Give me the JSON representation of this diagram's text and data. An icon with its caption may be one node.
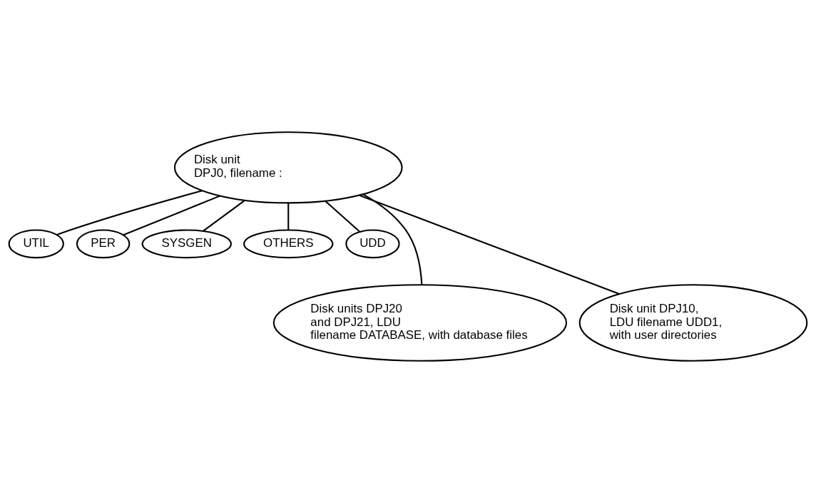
{
  "diagram": {
    "nodes": [
      {
        "text": [
          "Disk unit DPJ0, filename :"
        ]
      },
      {
        "text": [
          "UTIL"
        ]
      },
      {
        "text": [
          "PER"
        ]
      },
      {
        "text": [
          "SYSGEN"
        ]
      },
      {
        "text": [
          "OTHERS"
        ]
      },
      {
        "text": [
          "UDD"
        ]
      },
      {
        "text": [
          "Disk units DPJ20 and DPJ21, LDU filename DATABASE, with database files"
        ]
      },
      {
        "text": [
          "Disk unit DPJ10, LDU filename UDD1, with user directories"
        ]
      }
    ],
    "edges": [
      {
        "from": 0,
        "to": 1,
        "arrow": "none"
      },
      {
        "from": 0,
        "to": 6,
        "arrow": "none"
      },
      {
        "from": 0,
        "to": 2,
        "arrow": "none"
      },
      {
        "from": 0,
        "to": 3,
        "arrow": "none"
      },
      {
        "from": 0,
        "to": 4,
        "arrow": "none"
      },
      {
        "from": 0,
        "to": 5,
        "arrow": "none"
      },
      {
        "from": 0,
        "to": 7,
        "arrow": "none"
      }
    ]
  }
}
